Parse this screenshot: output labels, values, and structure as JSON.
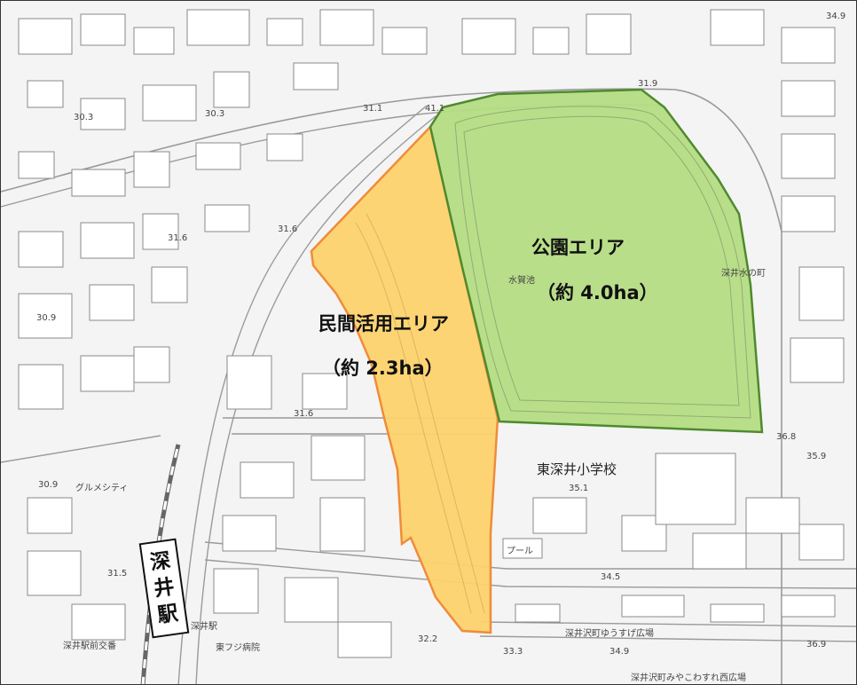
{
  "areas": {
    "park": {
      "name": "公園エリア",
      "size": "（約 4.0ha）",
      "fill": "#b5dc84",
      "stroke": "#4e8a2e"
    },
    "private": {
      "name": "民間活用エリア",
      "size": "（約 2.3ha）",
      "fill": "#fdd26c",
      "stroke": "#ef8c3a"
    }
  },
  "landmarks": {
    "school": "東深井小学校",
    "station_chars": [
      "深",
      "井",
      "駅"
    ],
    "gourmet_city": "グルメシティ",
    "pool": "プール",
    "hospital": "東フジ病院",
    "plaza_north": "深井沢町ゆうすげ広場",
    "plaza_south": "深井沢町みやこわすれ西広場",
    "koban": "深井駅前交番",
    "station_small": "深井駅",
    "water": "水賀池",
    "town": "深井水の町"
  },
  "elevations": [
    "41.1",
    "31.9",
    "34.9",
    "30.3",
    "31.1",
    "30.3",
    "31.6",
    "31.6",
    "30.9",
    "30.9",
    "31.6",
    "32.2",
    "34.5",
    "35.1",
    "33.3",
    "34.9",
    "36.9",
    "35.9",
    "36.8",
    "31.5"
  ],
  "colors": {
    "map_bg": "#f4f4f4",
    "building": "#ffffff",
    "line": "#8a8a8a"
  }
}
